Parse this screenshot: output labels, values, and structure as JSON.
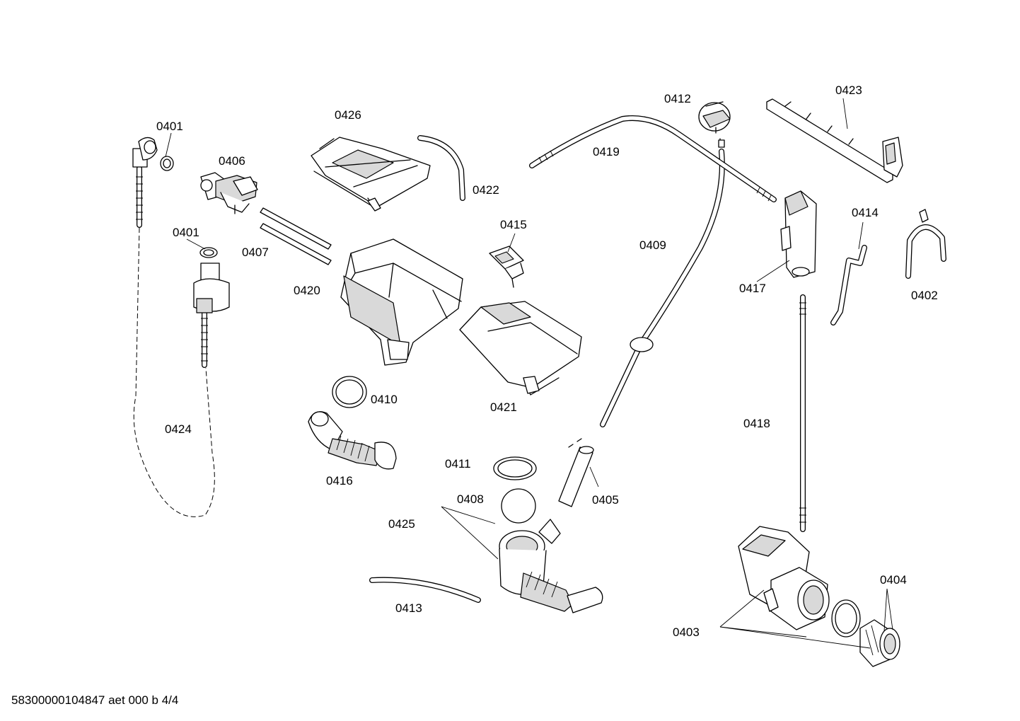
{
  "diagram": {
    "labels": {
      "p0401a": "0401",
      "p0401b": "0401",
      "p0402": "0402",
      "p0403": "0403",
      "p0404": "0404",
      "p0405": "0405",
      "p0406": "0406",
      "p0407": "0407",
      "p0408": "0408",
      "p0409": "0409",
      "p0410": "0410",
      "p0411": "0411",
      "p0412": "0412",
      "p0413": "0413",
      "p0414": "0414",
      "p0415": "0415",
      "p0416": "0416",
      "p0417": "0417",
      "p0418": "0418",
      "p0419": "0419",
      "p0420": "0420",
      "p0421": "0421",
      "p0422": "0422",
      "p0423": "0423",
      "p0424": "0424",
      "p0425": "0425",
      "p0426": "0426"
    }
  },
  "footer": {
    "document_ref": "58300000104847 aet 000 b 4/4"
  }
}
